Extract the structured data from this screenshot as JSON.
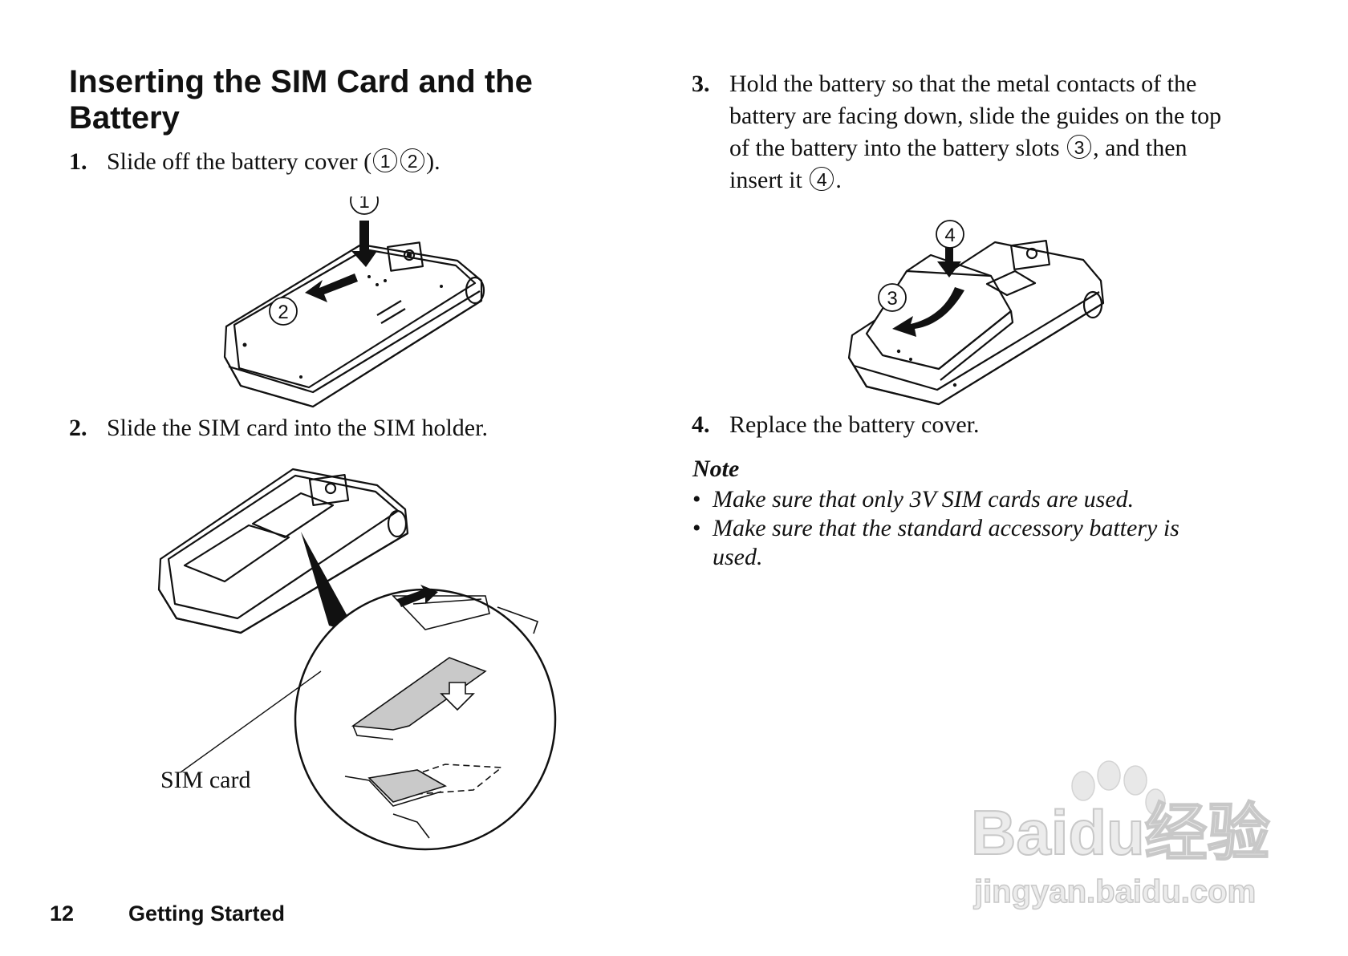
{
  "heading": {
    "line1": "Inserting the SIM Card and the",
    "line2": "Battery"
  },
  "steps": [
    {
      "num": "1.",
      "text_before": "Slide off the battery cover (",
      "c1": "1",
      "c2": "2",
      "text_after": ")."
    },
    {
      "num": "2.",
      "text": "Slide the SIM card into the SIM holder."
    },
    {
      "num": "3.",
      "line1": "Hold the battery so that the metal contacts of the",
      "line2": "battery are facing down, slide the guides on the top",
      "line3_before": "of the battery into the battery slots",
      "c3": "3",
      "line3_after": ", and then",
      "line4_before": "insert it",
      "c4": "4",
      "line4_after": "."
    },
    {
      "num": "4.",
      "text": "Replace the battery cover."
    }
  ],
  "figures": {
    "fig1": {
      "c1": "1",
      "c2": "2"
    },
    "fig2": {
      "sim_label": "SIM card"
    },
    "fig3": {
      "c3": "3",
      "c4": "4"
    }
  },
  "note": {
    "title": "Note",
    "bullets": [
      {
        "dot": "•",
        "line1": "Make sure that only 3V SIM cards are used."
      },
      {
        "dot": "•",
        "line1": "Make sure that the standard accessory battery is",
        "line2": "used."
      }
    ]
  },
  "footer": {
    "page": "12",
    "section": "Getting Started"
  },
  "watermark": {
    "brand": "Baidu经验",
    "url": "jingyan.baidu.com"
  }
}
